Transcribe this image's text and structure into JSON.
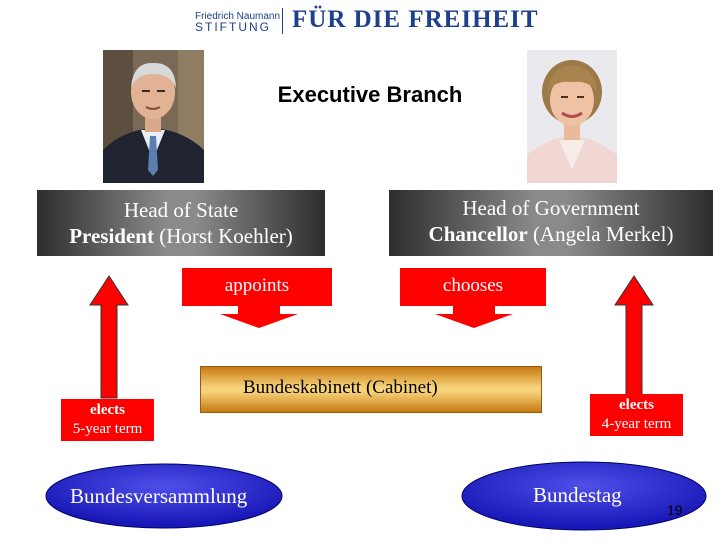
{
  "header": {
    "logo_line1": "Friedrich Naumann",
    "logo_line2": "STIFTUNG",
    "logo_main": "FÜR DIE FREIHEIT"
  },
  "title": "Executive Branch",
  "head_of_state": {
    "line1": "Head of State",
    "line2_bold": "President",
    "line2_rest": " (Horst Koehler)"
  },
  "head_of_government": {
    "line1": "Head of Government",
    "line2_bold": "Chancellor",
    "line2_rest": " (Angela Merkel)"
  },
  "appoints": "appoints",
  "chooses": "chooses",
  "cabinet": "Bundeskabinett  (Cabinet)",
  "left_elects": {
    "line1": "elects",
    "line2": "5-year term"
  },
  "right_elects": {
    "line1": "elects",
    "line2": "4-year term"
  },
  "left_body": "Bundesversammlung",
  "right_body": "Bundestag",
  "page_number": "19",
  "colors": {
    "red": "#ff0000",
    "blue": "#2222cc",
    "logo_blue": "#1e3f8c"
  }
}
